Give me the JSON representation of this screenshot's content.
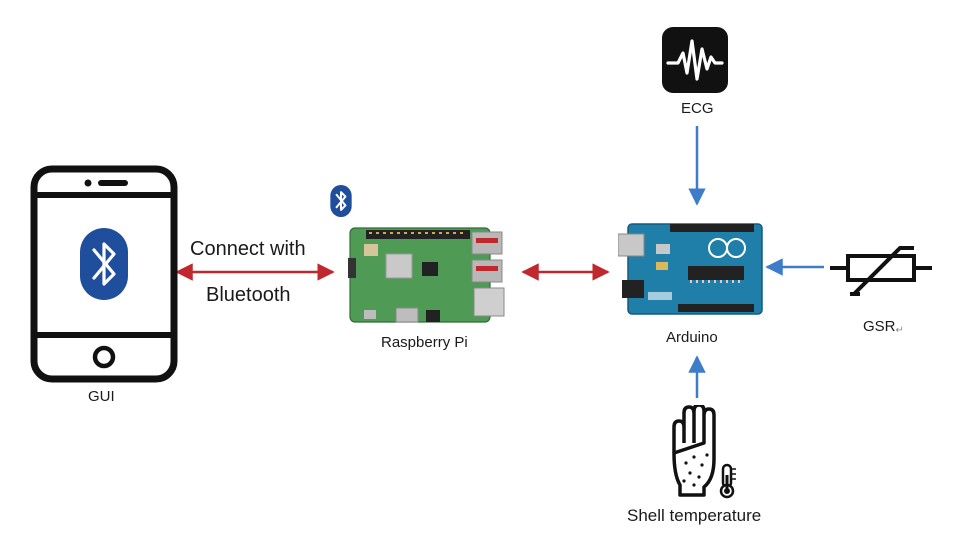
{
  "nodes": {
    "phone": {
      "label": "GUI",
      "icon": "smartphone-icon",
      "inner_icon": "bluetooth-icon"
    },
    "raspberry_pi": {
      "label": "Raspberry Pi",
      "icon": "raspberry-pi-board-icon",
      "badge_icon": "bluetooth-icon"
    },
    "arduino": {
      "label": "Arduino",
      "icon": "arduino-board-icon"
    },
    "ecg": {
      "label": "ECG",
      "icon": "ecg-waveform-icon"
    },
    "gsr": {
      "label": "GSR",
      "icon": "variable-resistor-icon",
      "trailing_mark": "↵"
    },
    "temperature": {
      "label": "Shell temperature",
      "icon": "hand-thermometer-icon"
    }
  },
  "links": {
    "phone_pi": {
      "line1": "Connect with",
      "line2": "Bluetooth",
      "style": "bidirectional"
    },
    "pi_arduino": {
      "style": "bidirectional"
    },
    "ecg_arduino": {
      "style": "directed"
    },
    "gsr_arduino": {
      "style": "directed"
    },
    "temperature_arduino": {
      "style": "directed"
    }
  },
  "colors": {
    "bidirectional_arrow": "#c0282d",
    "directed_arrow": "#3d7cc9",
    "bluetooth": "#1f4e9c",
    "icon_black": "#111111",
    "pcb_green": "#3f8f4b",
    "arduino_blue": "#1f7fa8"
  }
}
